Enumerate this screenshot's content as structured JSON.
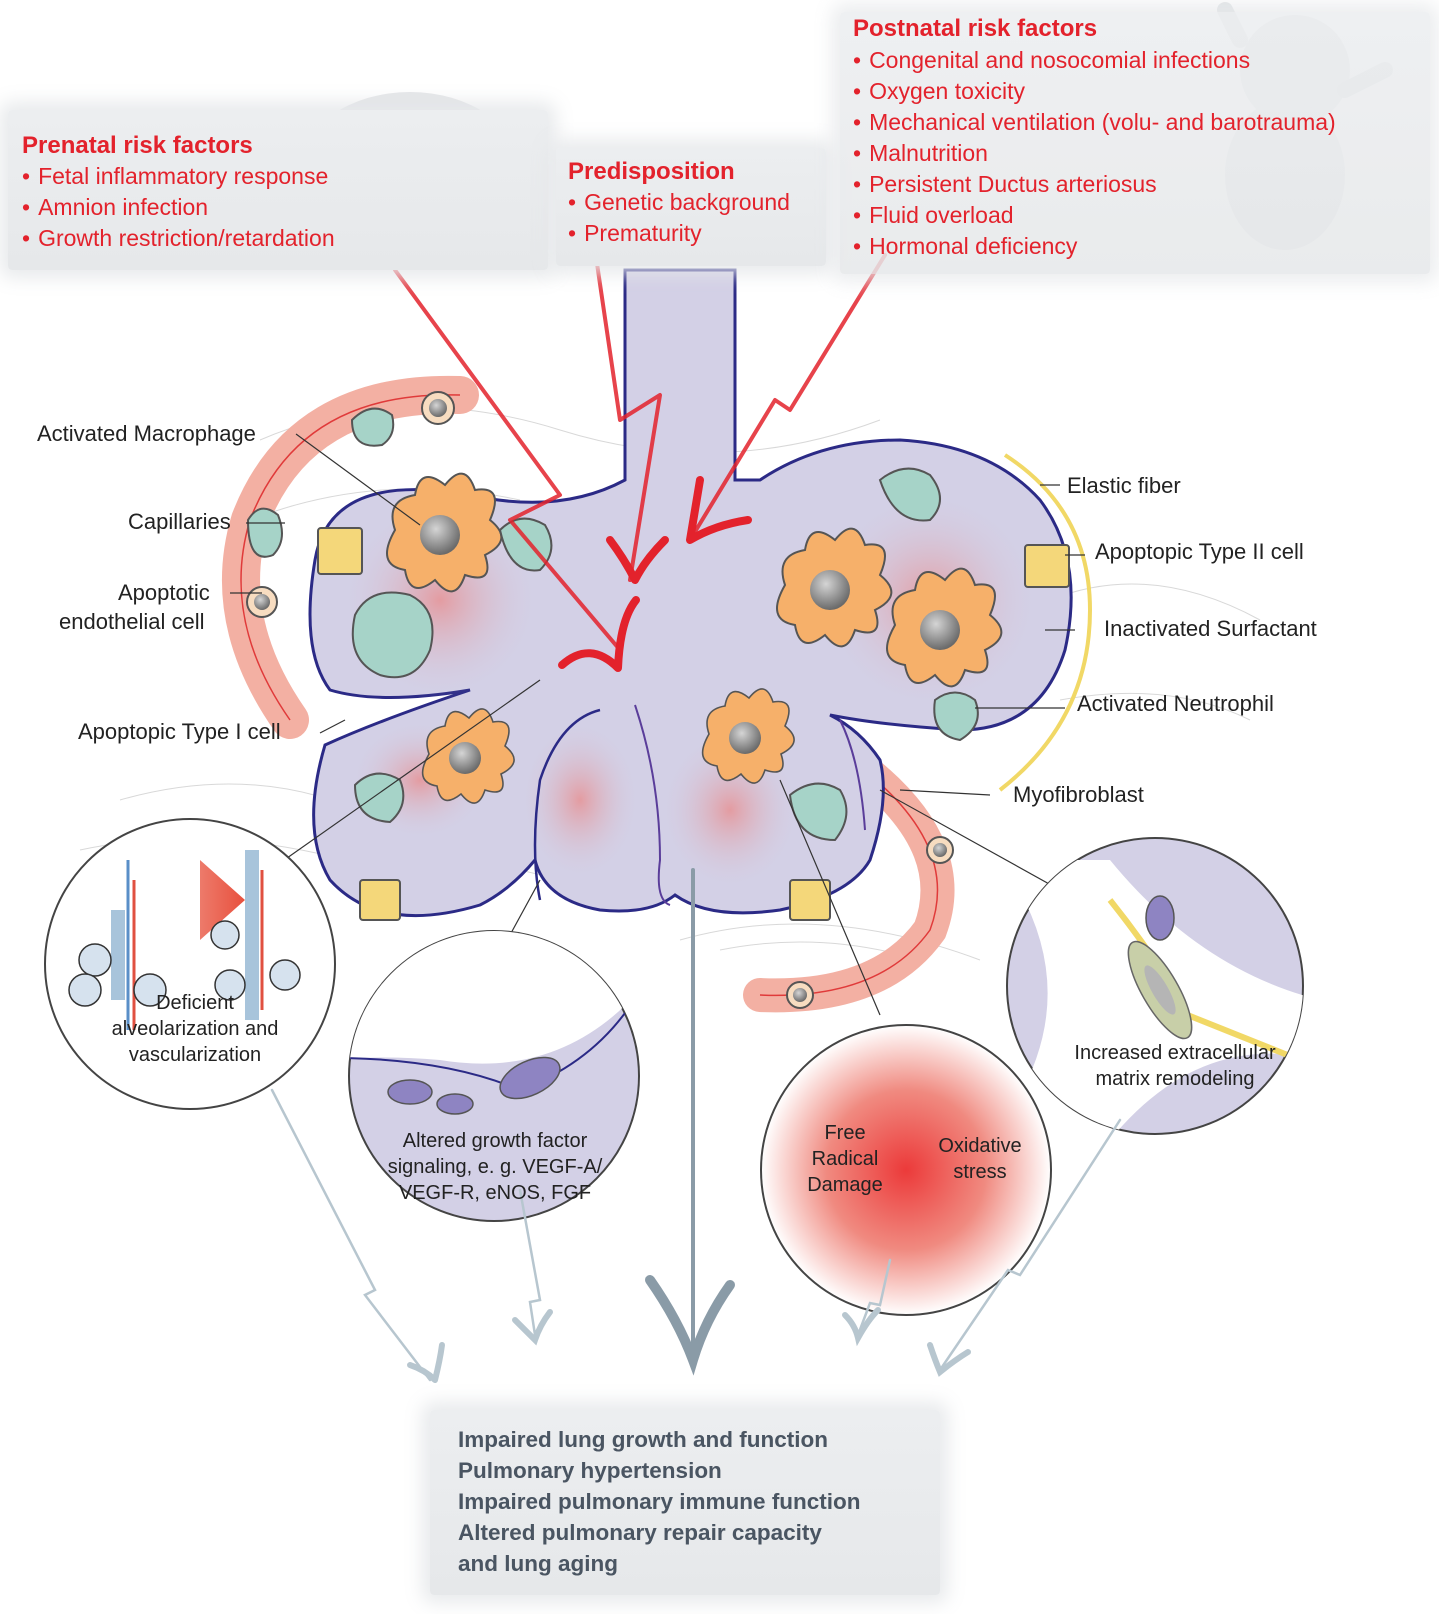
{
  "figure": {
    "prenatal": {
      "title": "Prenatal risk factors",
      "items": [
        "Fetal inflammatory response",
        "Amnion infection",
        "Growth restriction/retardation"
      ]
    },
    "predisposition": {
      "title": "Predisposition",
      "items": [
        "Genetic background",
        "Prematurity"
      ]
    },
    "postnatal": {
      "title": "Postnatal risk factors",
      "items": [
        "Congenital and nosocomial infections",
        "Oxygen toxicity",
        "Mechanical ventilation (volu- and barotrauma)",
        "Malnutrition",
        "Persistent Ductus arteriosus",
        "Fluid overload",
        "Hormonal deficiency"
      ]
    },
    "labels_left": {
      "activated_macrophage": "Activated Macrophage",
      "capillaries": "Capillaries",
      "apoptotic_endothelial_line1": "Apoptotic",
      "apoptotic_endothelial_line2": "endothelial cell",
      "apoptopic_type1": "Apoptopic Type I cell"
    },
    "labels_right": {
      "elastic_fiber": "Elastic fiber",
      "apoptopic_type2": "Apoptopic Type II cell",
      "inactivated_surfactant": "Inactivated Surfactant",
      "activated_neutrophil": "Activated Neutrophil",
      "myofibroblast": "Myofibroblast"
    },
    "insets": {
      "alveolarization": [
        "Deficient",
        "alveolarization and",
        "vascularization"
      ],
      "growth_factor": [
        "Altered growth factor",
        "signaling, e. g. VEGF-A/",
        "VEGF-R, eNOS, FGF"
      ],
      "free_radical": [
        "Free",
        "Radical",
        "Damage"
      ],
      "oxidative": [
        "Oxidative",
        "stress"
      ],
      "ecm": [
        "Increased extracellular",
        "matrix remodeling"
      ]
    },
    "outcomes": [
      "Impaired lung growth and function",
      "Pulmonary hypertension",
      "Impaired pulmonary immune function",
      "Altered pulmonary repair capacity",
      "and lung aging"
    ],
    "colors": {
      "risk_red": "#e3222c",
      "alveolus_lavender": "#d3d0e6",
      "membrane_navy": "#2b2a86",
      "macrophage_orange": "#f6b06a",
      "neutrophil_teal": "#a6d3c8",
      "type2_yellow": "#f4d77a",
      "capillary_pink": "#f2a89a",
      "outcome_gray": "#4a5562",
      "arrow_slate": "#8a9ba7"
    }
  }
}
